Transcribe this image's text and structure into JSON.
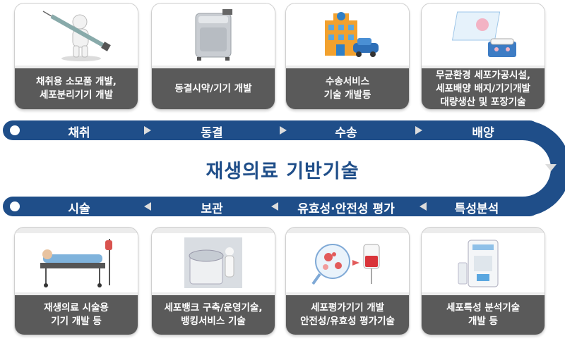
{
  "title": "재생의료 기반기술",
  "top_stages": [
    {
      "label": "채취",
      "caption": "채취용 소모품 개발,\n세포분리기기 개발",
      "icon": "syringe-figure-icon"
    },
    {
      "label": "동결",
      "caption": "동결시약/기기 개발",
      "icon": "freezer-tank-icon"
    },
    {
      "label": "수송",
      "caption": "수송서비스\n기술 개발등",
      "icon": "hospital-car-icon"
    },
    {
      "label": "배양",
      "caption": "무균환경 세포가공시설,\n세포배양 배지/기기개발\n대량생산 및 포장기술",
      "icon": "culture-dish-icon"
    }
  ],
  "bottom_stages": [
    {
      "label": "시술",
      "caption": "재생의료 시술용\n기기 개발 등",
      "icon": "patient-bed-icon"
    },
    {
      "label": "보관",
      "caption": "세포뱅크 구축/운영기술,\n뱅킹서비스 기술",
      "icon": "cryo-bank-icon"
    },
    {
      "label": "유효성·안전성 평가",
      "caption": "세포평가기기 개발\n안전성/유효성 평가기술",
      "icon": "cell-evaluation-icon"
    },
    {
      "label": "특성분석",
      "caption": "세포특성 분석기술\n개발 등",
      "icon": "analyzer-machine-icon"
    }
  ],
  "colors": {
    "band": "#1f4e89",
    "caption_bg": "#5a5a5a",
    "arrow": "#dcdcdc"
  }
}
